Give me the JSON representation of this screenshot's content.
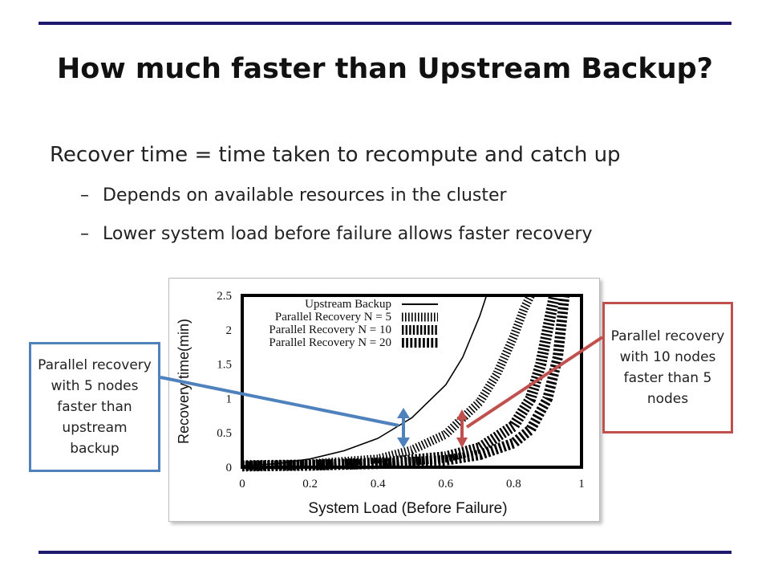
{
  "slide": {
    "title": "How much faster than Upstream Backup?",
    "bullet_main": "Recover time = time taken to recompute and catch up",
    "sub_bullets": [
      "Depends on available resources in the cluster",
      "Lower system load before failure allows faster recovery"
    ],
    "dash": "–"
  },
  "callouts": {
    "left": "Parallel recovery with 5 nodes faster than upstream backup",
    "right": "Parallel recovery with 10 nodes faster than 5 nodes",
    "left_color": "#4f81bd",
    "right_color": "#c0504d"
  },
  "colors": {
    "rule": "#1f1a6e"
  },
  "chart_data": {
    "type": "line",
    "xlabel": "System Load (Before Failure)",
    "ylabel": "Recovery time(min)",
    "xlim": [
      0,
      1
    ],
    "ylim": [
      0,
      2.5
    ],
    "xticks": [
      "0",
      "0.2",
      "0.4",
      "0.6",
      "0.8",
      "1"
    ],
    "yticks": [
      "0",
      "0.5",
      "1",
      "1.5",
      "2",
      "2.5"
    ],
    "legend_position": "top-right",
    "series": [
      {
        "name": "Upstream Backup",
        "style": "solid",
        "x": [
          0,
          0.1,
          0.2,
          0.3,
          0.4,
          0.5,
          0.6,
          0.65,
          0.7,
          0.72
        ],
        "y": [
          0.02,
          0.05,
          0.12,
          0.24,
          0.42,
          0.72,
          1.2,
          1.6,
          2.2,
          2.5
        ]
      },
      {
        "name": "Parallel Recovery N = 5",
        "style": "dashed",
        "x": [
          0,
          0.2,
          0.4,
          0.5,
          0.6,
          0.7,
          0.75,
          0.8,
          0.83,
          0.85
        ],
        "y": [
          0.02,
          0.05,
          0.12,
          0.25,
          0.48,
          0.95,
          1.35,
          1.9,
          2.3,
          2.5
        ]
      },
      {
        "name": "Parallel Recovery N = 10",
        "style": "dashed",
        "x": [
          0,
          0.2,
          0.4,
          0.6,
          0.7,
          0.8,
          0.85,
          0.88,
          0.9,
          0.92
        ],
        "y": [
          0.02,
          0.03,
          0.06,
          0.15,
          0.28,
          0.6,
          1.0,
          1.5,
          2.0,
          2.5
        ]
      },
      {
        "name": "Parallel Recovery N = 20",
        "style": "dashed",
        "x": [
          0,
          0.2,
          0.4,
          0.6,
          0.7,
          0.8,
          0.85,
          0.9,
          0.93,
          0.95
        ],
        "y": [
          0.02,
          0.03,
          0.05,
          0.1,
          0.18,
          0.35,
          0.55,
          1.0,
          1.6,
          2.5
        ]
      }
    ]
  }
}
